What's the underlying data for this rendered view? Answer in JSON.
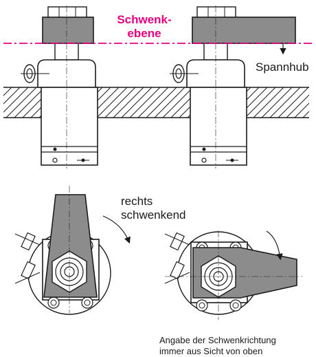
{
  "labels": {
    "plane_line1": "Schwenk-",
    "plane_line2": "ebene",
    "stroke": "Spannhub",
    "rotation_line1": "rechts",
    "rotation_line2": "schwenkend",
    "note_line1": "Angabe der Schwenkrichtung",
    "note_line2": "immer aus Sicht von oben"
  },
  "colors": {
    "accent": "#e6007e",
    "arm_fill": "#8c8c8c",
    "line": "#1a1a1a",
    "body_fill": "#ffffff"
  }
}
